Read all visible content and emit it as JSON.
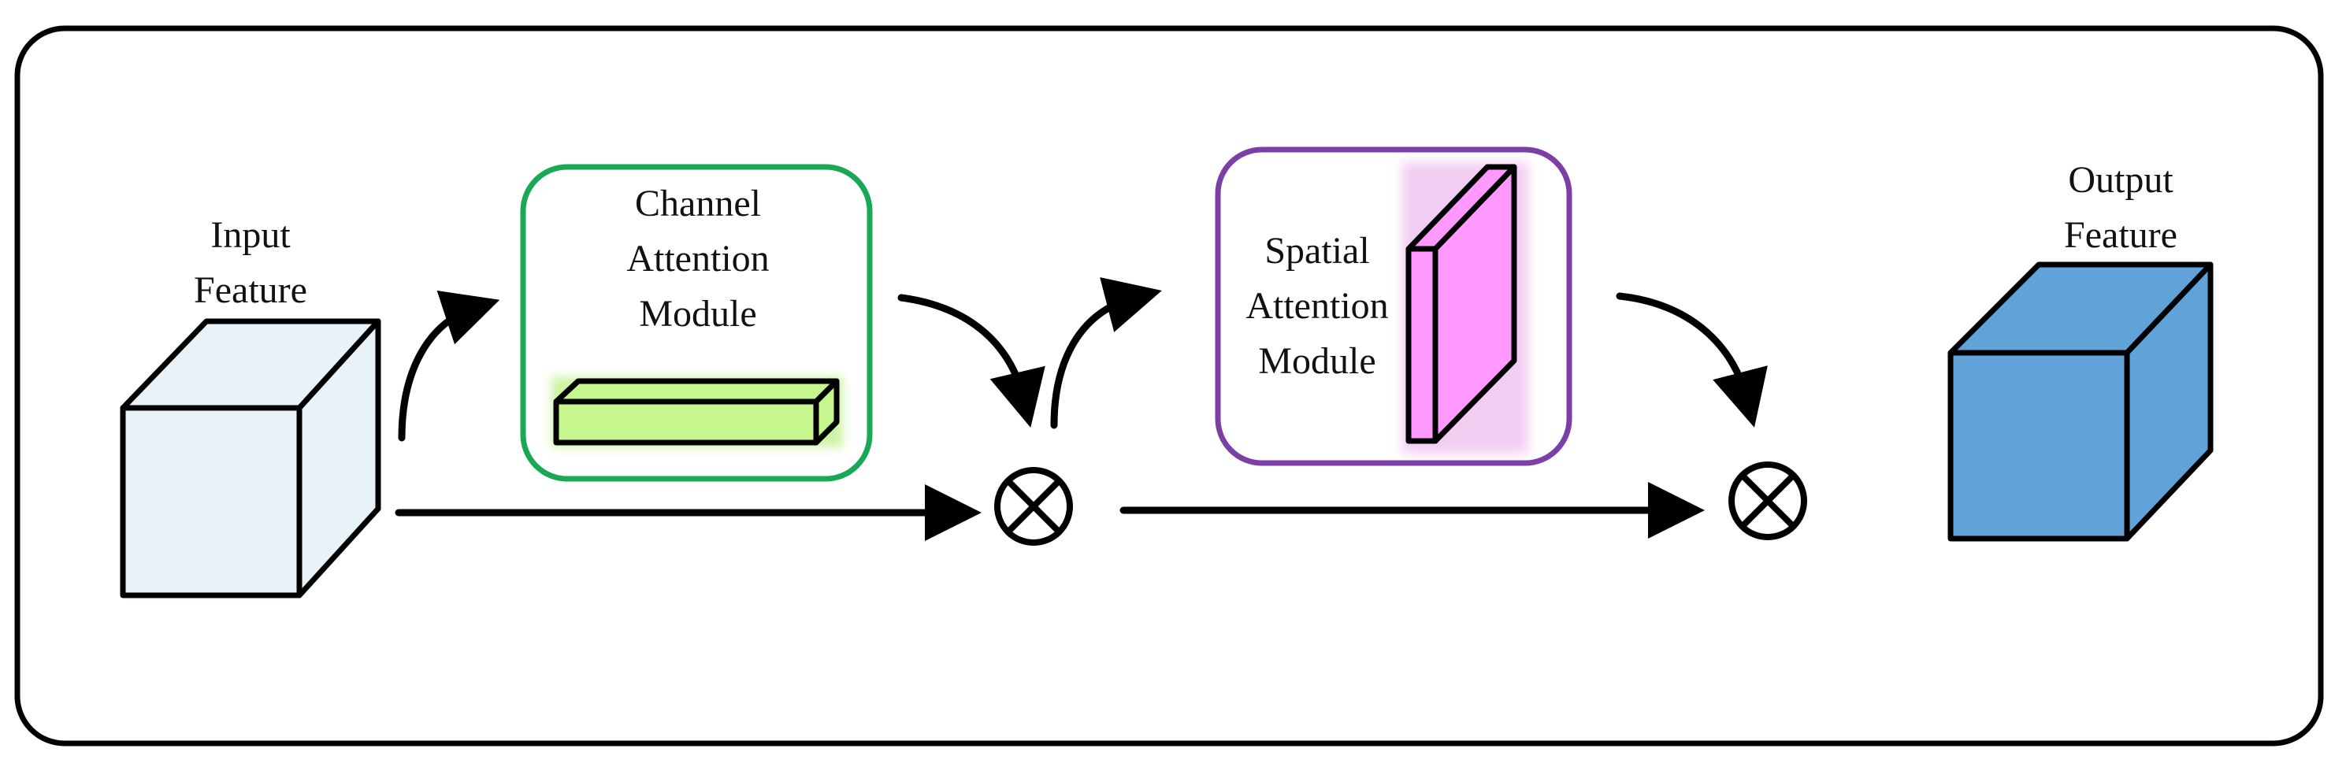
{
  "diagram": {
    "input": {
      "label_line1": "Input",
      "label_line2": "Feature",
      "color": "#e8f3f9"
    },
    "channel_module": {
      "label_line1": "Channel",
      "label_line2": "Attention",
      "label_line3": "Module",
      "border_color": "#1aa855",
      "block_color": "#c6f78e"
    },
    "spatial_module": {
      "label_line1": "Spatial",
      "label_line2": "Attention",
      "label_line3": "Module",
      "border_color": "#7b3fa6",
      "block_color": "#ff99ff"
    },
    "output": {
      "label_line1": "Output",
      "label_line2": "Feature",
      "color": "#5fa3d9"
    },
    "operator_symbol": "element-wise multiplication"
  }
}
